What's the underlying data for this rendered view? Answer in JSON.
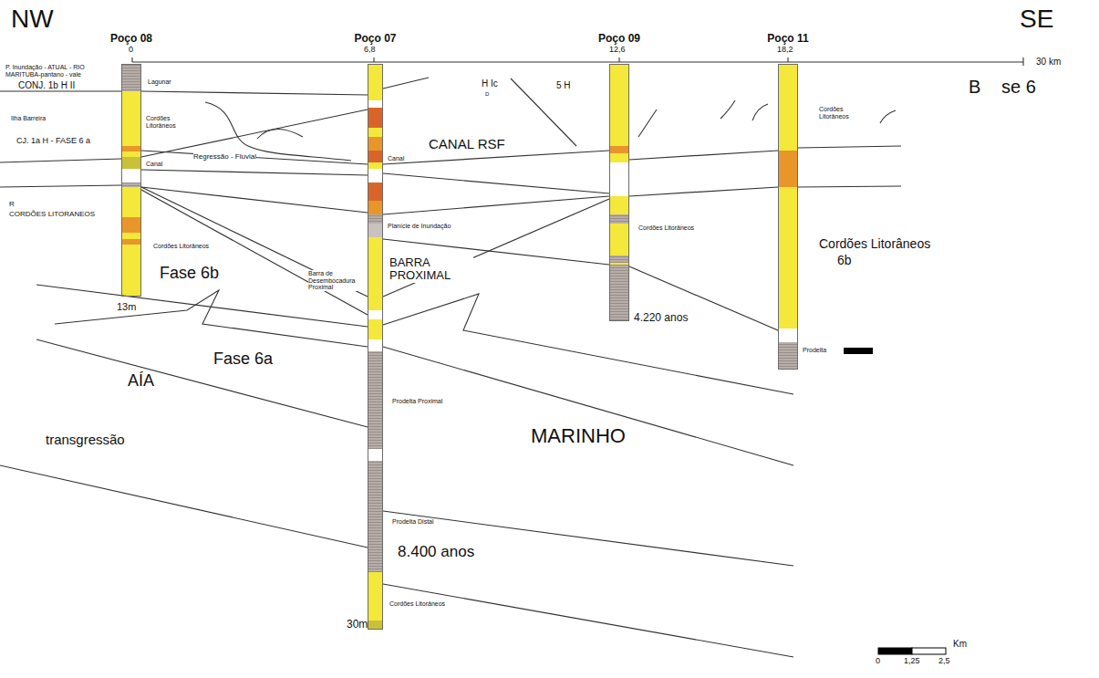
{
  "diagram": {
    "nodes": [
      {
        "text": [
          "Poço 08"
        ]
      },
      {
        "text": [
          "Poço 07"
        ]
      },
      {
        "text": [
          "Poço 09"
        ]
      },
      {
        "text": [
          "Poço 11"
        ]
      }
    ],
    "edges": [
      {
        "from": 0,
        "to": 1,
        "arrow": "none"
      },
      {
        "from": 0,
        "to": 1,
        "arrow": "none"
      },
      {
        "from": 0,
        "to": 1,
        "arrow": "none"
      },
      {
        "from": 0,
        "to": 1,
        "arrow": "none"
      },
      {
        "from": 0,
        "to": 1,
        "arrow": "none"
      },
      {
        "from": 0,
        "to": 1,
        "arrow": "none"
      },
      {
        "from": 0,
        "to": 1,
        "arrow": "none"
      },
      {
        "from": 1,
        "to": 2,
        "arrow": "none"
      },
      {
        "from": 1,
        "to": 2,
        "arrow": "none"
      },
      {
        "from": 1,
        "to": 2,
        "arrow": "none"
      },
      {
        "from": 1,
        "to": 2,
        "arrow": "none"
      },
      {
        "from": 1,
        "to": 2,
        "arrow": "none"
      },
      {
        "from": 2,
        "to": 3,
        "arrow": "none"
      },
      {
        "from": 2,
        "to": 3,
        "arrow": "none"
      },
      {
        "from": 2,
        "to": 3,
        "arrow": "none"
      }
    ],
    "labels": [
      "NW",
      "SE",
      "0",
      "6,8",
      "12,6",
      "18,2",
      "30 km",
      "P. Inundação - ATUAL - RIO MARITUBA-pantano - vale",
      "CONJ. 1b H II",
      "Lagunar",
      "Ilha Barreira",
      "Cordões Litorâneos",
      "CJ. 1a H - FASE 6 a",
      "Canal",
      "Regressão - Fluvial",
      "R",
      "CORDÕES LITORANEOS",
      "Cordões Litorâneos",
      "Fase 6b",
      "13m",
      "Fase 6a",
      "AÍA",
      "transgressão",
      "H Ic",
      "D",
      "5 H",
      "CANAL RSF",
      "Canal",
      "Planície de Inundação",
      "Barra de Desembocadura Proximal",
      "BARRA PROXIMAL",
      "Prodelta Proximal",
      "Prodelta Distal",
      "8.400 anos",
      "Cordões Litorâneos",
      "30m",
      "MARINHO",
      "Cordões Litorâneos",
      "4.220 anos",
      "Cordões Litorâneos",
      "Cordões Litorâneos",
      "6b",
      "Prodelta",
      "B",
      "se 6",
      "Km",
      "0",
      "1,25",
      "2,5"
    ]
  }
}
